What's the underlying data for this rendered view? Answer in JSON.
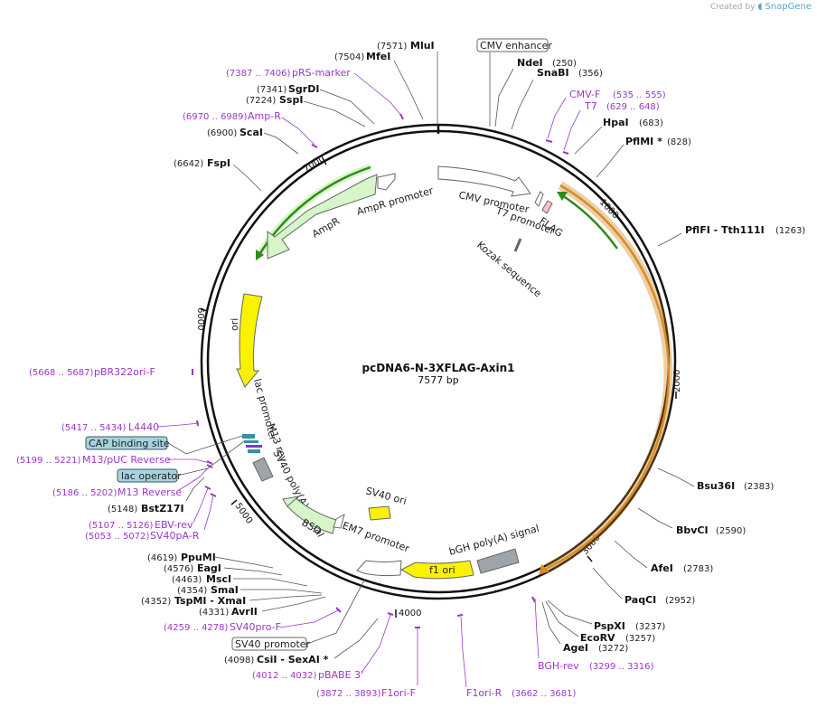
{
  "credit": {
    "prefix": "Created by",
    "brand": "SnapGene"
  },
  "plasmid": {
    "name": "pcDNA6-N-3XFLAG-Axin1",
    "size": "7577 bp"
  },
  "ticks": [
    "1000",
    "2000",
    "3000",
    "4000",
    "5000",
    "6000",
    "7000"
  ],
  "enzymes": {
    "mlui": {
      "pos": "(7571)",
      "name": "MluI"
    },
    "mfei": {
      "pos": "(7504)",
      "name": "MfeI"
    },
    "sgrdi": {
      "pos": "(7341)",
      "name": "SgrDI"
    },
    "sspi": {
      "pos": "(7224)",
      "name": "SspI"
    },
    "scai": {
      "pos": "(6900)",
      "name": "ScaI"
    },
    "fspi": {
      "pos": "(6642)",
      "name": "FspI"
    },
    "ndei": {
      "name": "NdeI",
      "pos": "(250)"
    },
    "snabi": {
      "name": "SnaBI",
      "pos": "(356)"
    },
    "hpai": {
      "name": "HpaI",
      "pos": "(683)"
    },
    "pflmi": {
      "name": "PflMI *",
      "pos": "(828)"
    },
    "pflfi": {
      "name": "PflFI  - Tth111I",
      "pos": "(1263)"
    },
    "bsu36i": {
      "name": "Bsu36I",
      "pos": "(2383)"
    },
    "bbvci": {
      "name": "BbvCI",
      "pos": "(2590)"
    },
    "afei": {
      "name": "AfeI",
      "pos": "(2783)"
    },
    "paqci": {
      "name": "PaqCI",
      "pos": "(2952)"
    },
    "pspxi": {
      "name": "PspXI",
      "pos": "(3237)"
    },
    "ecorv": {
      "name": "EcoRV",
      "pos": "(3257)"
    },
    "agei": {
      "name": "AgeI",
      "pos": "(3272)"
    },
    "bstz17i": {
      "pos": "(5148)",
      "name": "BstZ17I"
    },
    "ppumi": {
      "pos": "(4619)",
      "name": "PpuMI"
    },
    "eagi": {
      "pos": "(4576)",
      "name": "EagI"
    },
    "msci": {
      "pos": "(4463)",
      "name": "MscI"
    },
    "smai": {
      "pos": "(4354)",
      "name": "SmaI"
    },
    "tspmi": {
      "pos": "(4352)",
      "name": "TspMI  - XmaI"
    },
    "avrii": {
      "pos": "(4331)",
      "name": "AvrII"
    },
    "csii": {
      "pos": "(4098)",
      "name": "CsiI  - SexAI *"
    }
  },
  "primers": {
    "prs": {
      "pos": "(7387 .. 7406)",
      "name": "pRS-marker"
    },
    "ampr": {
      "pos": "(6970 .. 6989)",
      "name": "Amp-R"
    },
    "cmvf": {
      "name": "CMV-F",
      "pos": "(535 .. 555)"
    },
    "t7": {
      "name": "T7",
      "pos": "(629 .. 648)"
    },
    "pbr": {
      "pos": "(5668 .. 5687)",
      "name": "pBR322ori-F"
    },
    "l4440": {
      "pos": "(5417 .. 5434)",
      "name": "L4440"
    },
    "m13puc": {
      "pos": "(5199 .. 5221)",
      "name": "M13/pUC Reverse"
    },
    "m13rev": {
      "pos": "(5186 .. 5202)",
      "name": "M13 Reverse"
    },
    "ebv": {
      "pos": "(5107 .. 5126)",
      "name": "EBV-rev"
    },
    "sv40pa": {
      "pos": "(5053 .. 5072)",
      "name": "SV40pA-R"
    },
    "sv40pro": {
      "pos": "(4259 .. 4278)",
      "name": "SV40pro-F"
    },
    "pbabe": {
      "pos": "(4012 .. 4032)",
      "name": "pBABE 3'"
    },
    "f1orif": {
      "pos": "(3872 .. 3893)",
      "name": "F1ori-F"
    },
    "f1orir": {
      "name": "F1ori-R",
      "pos": "(3662 .. 3681)"
    },
    "bgh": {
      "name": "BGH-rev",
      "pos": "(3299 .. 3316)"
    }
  },
  "boxed": {
    "cmv_enh": "CMV enhancer",
    "cap": "CAP binding site",
    "lacop": "lac operator",
    "sv40prom": "SV40 promoter"
  },
  "features": {
    "cmv_prom": "CMV promoter",
    "t7_prom": "T7 promoter",
    "flag": "FLAG",
    "kozak": "Kozak sequence",
    "ampr_prom": "AmpR promoter",
    "ampr": "AmpR",
    "ori": "ori",
    "lac_prom": "lac promoter",
    "m13rev": "M13 rev",
    "sv40pa": "SV40 poly(A) signal",
    "bsd": "BSD",
    "em7": "EM7 promoter",
    "sv40ori": "SV40 ori",
    "f1ori": "f1 ori",
    "bghpa": "bGH poly(A) signal"
  },
  "colors": {
    "backbone": "#111111",
    "ampr_fill": "#d6f5c8",
    "orf_fill": "#f2c27a",
    "orf_stroke": "#c4780f",
    "ori_fill": "#fbf200",
    "green_line": "#2e8b19",
    "primer": "#9a37c8",
    "grey_feature": "#9fa4ab",
    "boxed_fill": "#a6d4de"
  }
}
